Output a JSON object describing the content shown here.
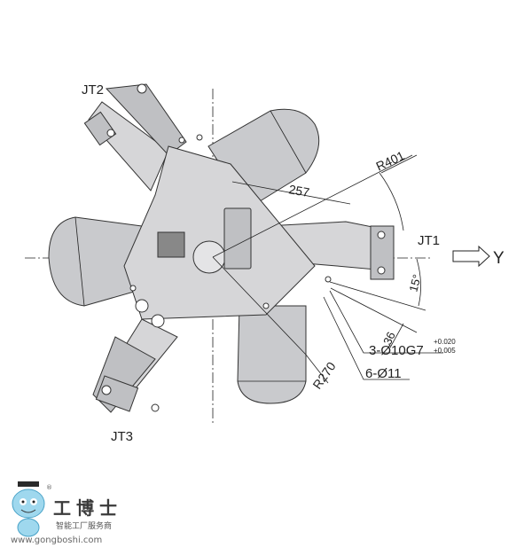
{
  "labels": {
    "jt1": "JT1",
    "jt2": "JT2",
    "jt3": "JT3",
    "axis": "Y"
  },
  "dimensions": {
    "r401": "R401",
    "d257": "257",
    "r270": "R270",
    "angle": "15°",
    "d36": "36",
    "holes_pin": "3-Ø10G7",
    "tol_upper": "+0.020",
    "tol_lower": "+0.005",
    "holes_bolt": "6-Ø11"
  },
  "watermark": {
    "brand": "工博士",
    "slogan": "智能工厂服务商",
    "url": "www.gongboshi.com",
    "reg": "®"
  }
}
